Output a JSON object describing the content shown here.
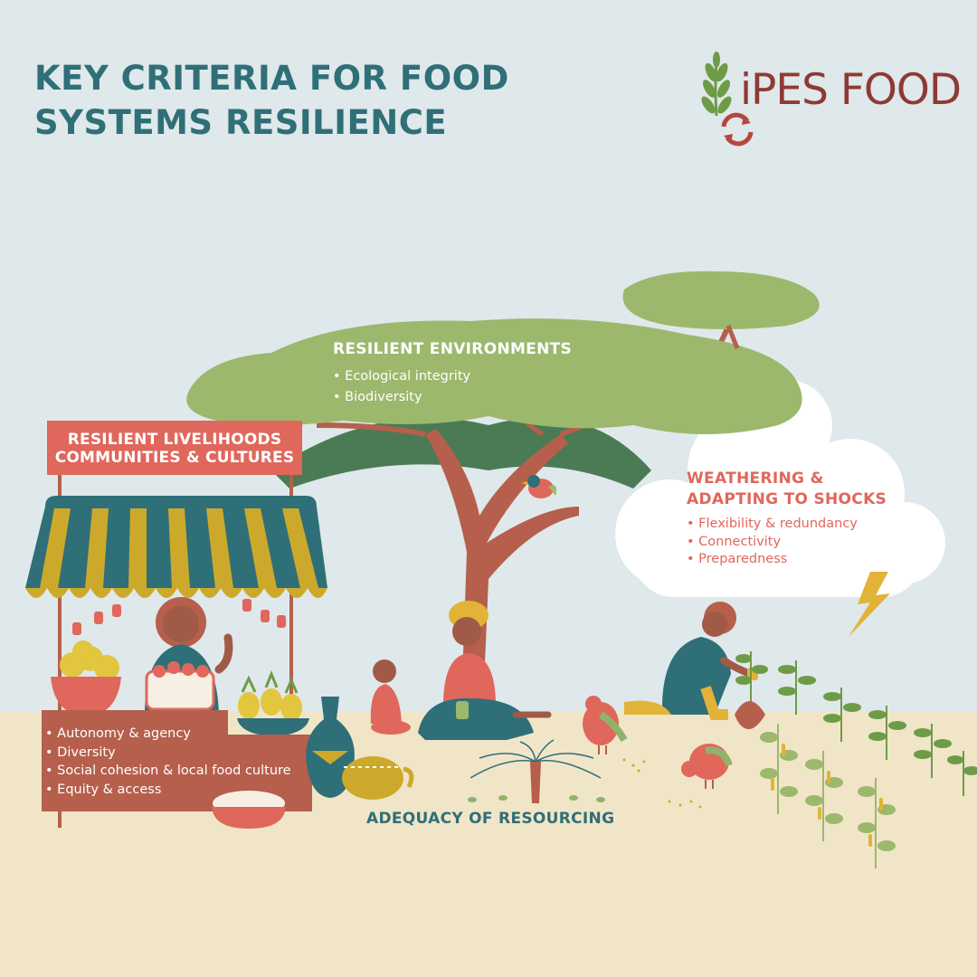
{
  "header": {
    "title_line1": "KEY CRITERIA FOR FOOD",
    "title_line2": "SYSTEMS RESILIENCE",
    "logo_text": "iPES FOOD"
  },
  "environments": {
    "heading": "RESILIENT ENVIRONMENTS",
    "items": [
      "Ecological integrity",
      "Biodiversity"
    ]
  },
  "shocks": {
    "heading_line1": "WEATHERING &",
    "heading_line2": "ADAPTING TO SHOCKS",
    "items": [
      "Flexibility & redundancy",
      "Connectivity",
      "Preparedness"
    ]
  },
  "livelihoods": {
    "heading_line1": "RESILIENT LIVELIHOODS",
    "heading_line2": "COMMUNITIES & CULTURES",
    "items": [
      "Autonomy & agency",
      "Diversity",
      "Social cohesion & local food culture",
      "Equity & access"
    ]
  },
  "resourcing": {
    "label": "ADEQUACY OF RESOURCING"
  },
  "colors": {
    "sky": "#dfe8ea",
    "ground": "#f1e5c8",
    "title_teal": "#2f6f78",
    "accent_coral": "#e0675b",
    "leaf_green": "#8fb36a",
    "trunk_brown": "#b55f4c",
    "logo_red": "#8e3a34",
    "mustard": "#cda92b"
  }
}
